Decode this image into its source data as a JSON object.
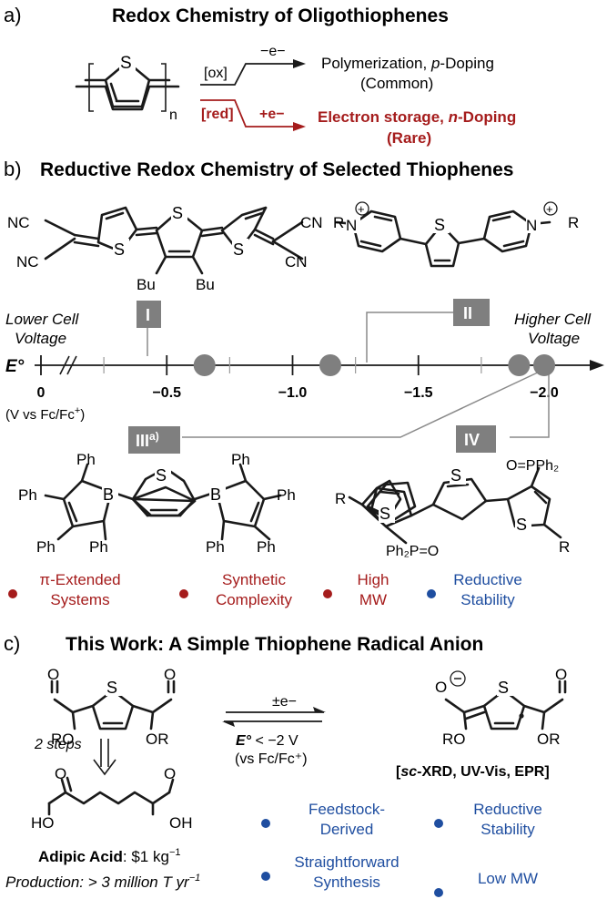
{
  "panel_a": {
    "letter": "a)",
    "title": "Redox Chemistry of Oligothiophenes",
    "subscript_n": "n",
    "atom_S": "S",
    "ox_label": "[ox]",
    "minus_e": "−e−",
    "red_label": "[red]",
    "plus_e": "+e−",
    "ox_result_1a": "Polymerization, ",
    "ox_result_1b": "p",
    "ox_result_1c": "-Doping",
    "ox_result_2": "(Common)",
    "red_result_1a": "Electron storage, ",
    "red_result_1b": "n",
    "red_result_1c": "-Doping",
    "red_result_2": "(Rare)"
  },
  "panel_b": {
    "letter": "b)",
    "title": "Reductive Redox Chemistry of Selected Thiophenes",
    "scale": {
      "left_note_1": "Lower Cell",
      "left_note_2": "Voltage",
      "right_note_1": "Higher Cell",
      "right_note_2": "Voltage",
      "axis_label": "E°",
      "ticks": [
        "0",
        "−0.5",
        "−1.0",
        "−1.5",
        "−2.0"
      ],
      "unit_1": "(V vs Fc/Fc",
      "unit_2": "+",
      "unit_3": ")"
    },
    "compounds": [
      {
        "label": "I",
        "potential": -0.65
      },
      {
        "label": "II",
        "potential": -1.15
      },
      {
        "label": "III",
        "label_sup": "a)",
        "potential": -1.9
      },
      {
        "label": "IV",
        "potential": -2.0
      }
    ],
    "structure_labels": {
      "NC": "NC",
      "CN": "CN",
      "Bu": "Bu",
      "S": "S",
      "R": "R",
      "N": "N",
      "plus": "+",
      "Ph": "Ph",
      "B": "B",
      "Ph2P_O": "Ph₂P=O",
      "O_PPh2": "O=PPh₂"
    },
    "features": [
      {
        "text_1": "π-Extended",
        "text_2": "Systems",
        "color": "#a51c1c"
      },
      {
        "text_1": "Synthetic",
        "text_2": "Complexity",
        "color": "#a51c1c"
      },
      {
        "text_1": "High",
        "text_2": "MW",
        "color": "#a51c1c"
      },
      {
        "text_1": "Reductive",
        "text_2": "Stability",
        "color": "#1f4ea0"
      }
    ]
  },
  "panel_c": {
    "letter": "c)",
    "title": "This Work: A Simple Thiophene Radical Anion",
    "reaction_top": "±e−",
    "reaction_E": "E°",
    "reaction_cond": " < −2 V",
    "reaction_ref": "(vs Fc/Fc⁺)",
    "two_steps": "2 steps",
    "methods_1": "[",
    "methods_sc": "sc",
    "methods_2": "-XRD, UV-Vis, EPR]",
    "adipic_name": "Adipic Acid",
    "adipic_price": ": $1 kg",
    "adipic_price_sup": "−1",
    "production_1": "Production: > 3 million T yr",
    "production_sup": "−1",
    "atoms": {
      "O": "O",
      "RO": "RO",
      "OR": "OR",
      "S": "S",
      "HO": "HO",
      "OH": "OH"
    },
    "features": [
      {
        "text_1": "Feedstock-",
        "text_2": "Derived",
        "color": "#1f4ea0"
      },
      {
        "text_1": "Reductive",
        "text_2": "Stability",
        "color": "#1f4ea0"
      },
      {
        "text_1": "Straightforward",
        "text_2": "Synthesis",
        "color": "#1f4ea0"
      },
      {
        "text_1": "Low MW",
        "text_2": "",
        "color": "#1f4ea0"
      }
    ]
  },
  "colors": {
    "red": "#a51c1c",
    "blue": "#1f4ea0",
    "marker": "#7f7f7f",
    "tag": "#7f7f7f",
    "ink": "#1a1a1a"
  }
}
